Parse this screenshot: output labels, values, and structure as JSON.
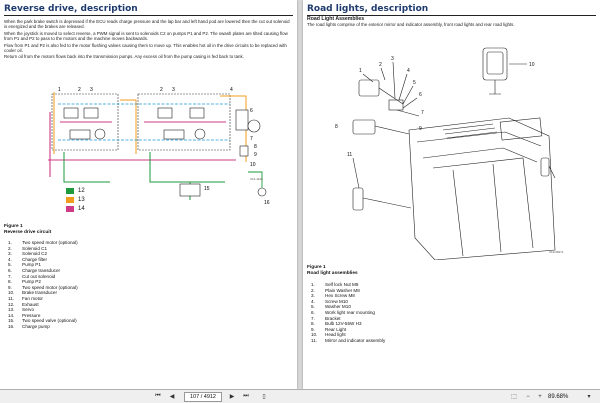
{
  "left": {
    "title": "Reverse drive, description",
    "paragraphs": [
      "When the park brake switch is depressed if the ECU reads charge pressure and the lap bar and left hand pod are lowered then the cut out solenoid is energized and the brakes are released.",
      "When the joystick is moved to select reverse, a PWM signal is sent to solenoids C2 on pumps P1 and P2. The swash plates are tilted causing flow from P1 and P2 to pass to the motors and the machine moves backwards.",
      "Flow from P1 and P2 is also fed to the motor flushing valves causing them to move up. This enables hot oil in the drive circuits to be replaced with cooler oil.",
      "Return oil from the motors flows back into the transmission pumps. Any excess oil from the pump casing is fed back to tank."
    ],
    "diagram_code": "V14-1108",
    "legend": [
      {
        "num": "12",
        "color": "#1e9a3c"
      },
      {
        "num": "13",
        "color": "#f19c1f"
      },
      {
        "num": "14",
        "color": "#cf3a86"
      }
    ],
    "figure_label": "Figure 1",
    "figure_title": "Reverse drive circuit",
    "items": [
      {
        "num": "1.",
        "text": "Two speed motor (optional)"
      },
      {
        "num": "2.",
        "text": "Solenoid C1"
      },
      {
        "num": "3.",
        "text": "Solenoid C2"
      },
      {
        "num": "4.",
        "text": "Charge filter"
      },
      {
        "num": "5.",
        "text": "Pump P1"
      },
      {
        "num": "6.",
        "text": "Charge transducer"
      },
      {
        "num": "7.",
        "text": "Cut out solenoid"
      },
      {
        "num": "8.",
        "text": "Pump P2"
      },
      {
        "num": "9.",
        "text": "Two speed motor (optional)"
      },
      {
        "num": "10.",
        "text": "Brake transducer"
      },
      {
        "num": "11.",
        "text": "Fan motor"
      },
      {
        "num": "12.",
        "text": "Exhaust"
      },
      {
        "num": "13.",
        "text": "Servo"
      },
      {
        "num": "14.",
        "text": "Pressure"
      },
      {
        "num": "15.",
        "text": "Two speed valve (optional)"
      },
      {
        "num": "16.",
        "text": "Charge pump"
      }
    ]
  },
  "right": {
    "title": "Road lights, description",
    "subtitle": "Road Light Assemblies",
    "paragraph": "The road lights comprise of the exterior mirror and indicator assembly, front road lights and rear road lights.",
    "diagram_code": "V12/48471",
    "figure_label": "Figure 1",
    "figure_title": "Road light assemblies",
    "items": [
      {
        "num": "1.",
        "text": "Self lock Nut M8"
      },
      {
        "num": "2.",
        "text": "Plain Washer M8"
      },
      {
        "num": "3.",
        "text": "Hex Screw M8"
      },
      {
        "num": "4.",
        "text": "Screw M10"
      },
      {
        "num": "5.",
        "text": "Washer M10"
      },
      {
        "num": "6.",
        "text": "Work light rear mounting"
      },
      {
        "num": "7.",
        "text": "Bracket"
      },
      {
        "num": "8.",
        "text": "Bulb 12V-55W H3"
      },
      {
        "num": "9.",
        "text": "Rear Light"
      },
      {
        "num": "10.",
        "text": "Head light"
      },
      {
        "num": "11.",
        "text": "Mirror and indicator assembly"
      }
    ]
  },
  "toolbar": {
    "page_input": "107 / 4912",
    "zoom": "89.68%",
    "icons": [
      "first-page-icon",
      "prev-page-icon",
      "next-page-icon",
      "last-page-icon",
      "fit-page-icon",
      "fit-width-icon",
      "zoom-out-icon",
      "zoom-in-icon"
    ]
  }
}
